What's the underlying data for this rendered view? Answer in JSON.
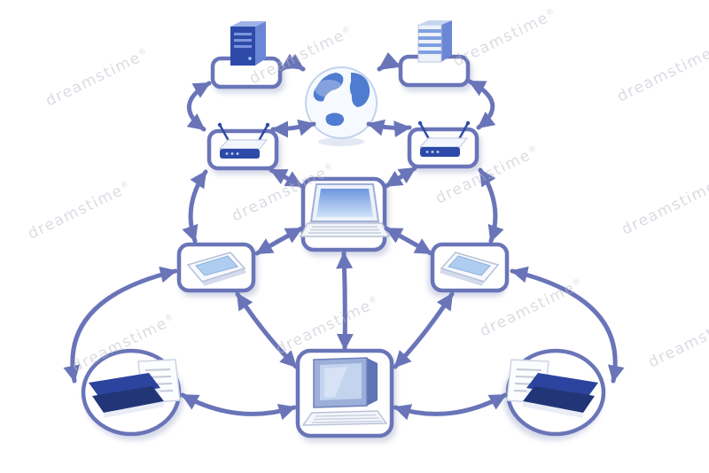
{
  "image": {
    "type": "stock-illustration",
    "description": "3D rendered network diagram: servers, globe, routers, laptop, tablets, desktop PC and document/book archives connected by blue double-headed arrows on white background"
  },
  "watermark": {
    "text": "dreamstime",
    "reg": "®"
  },
  "diagram": {
    "colors": {
      "arrow": "#6a74b8",
      "outline": "#6a74b8",
      "platform_fill": "#ffffff",
      "server_front": "#2e4aa8",
      "server_side": "#6c86d6",
      "server_top": "#9db3e8",
      "stripe_blue": "#7ea0e0",
      "device_light": "#f3f6fc",
      "screen_blue": "#aecdf0",
      "screen_deep": "#7390cc",
      "book_dark": "#223577",
      "book_mid": "#2c449e",
      "page_light": "#e9edf6",
      "globe_land": "#4f7bd0",
      "globe_ocean": "#f6faff",
      "wm": "#b6bac6"
    },
    "nodes": [
      {
        "id": "server-tower-left",
        "icon": "server-icon",
        "frame": "rounded-square"
      },
      {
        "id": "globe",
        "icon": "globe-icon",
        "frame": "none"
      },
      {
        "id": "server-tower-right",
        "icon": "striped-server-icon",
        "frame": "rounded-square"
      },
      {
        "id": "router-left",
        "icon": "router-icon",
        "frame": "rounded-square"
      },
      {
        "id": "router-right",
        "icon": "router-icon",
        "frame": "rounded-square"
      },
      {
        "id": "laptop",
        "icon": "laptop-icon",
        "frame": "rounded-square"
      },
      {
        "id": "tablet-left",
        "icon": "tablet-icon",
        "frame": "rounded-square"
      },
      {
        "id": "tablet-right",
        "icon": "tablet-icon",
        "frame": "rounded-square"
      },
      {
        "id": "desktop-pc",
        "icon": "desktop-icon",
        "frame": "rounded-square"
      },
      {
        "id": "books-left",
        "icon": "books-documents-icon",
        "frame": "circle"
      },
      {
        "id": "books-right",
        "icon": "books-documents-icon",
        "frame": "circle"
      }
    ],
    "connections": [
      [
        "server-tower-left",
        "globe"
      ],
      [
        "globe",
        "server-tower-right"
      ],
      [
        "server-tower-left",
        "router-left"
      ],
      [
        "server-tower-right",
        "router-right"
      ],
      [
        "globe",
        "router-left"
      ],
      [
        "globe",
        "router-right"
      ],
      [
        "router-left",
        "laptop"
      ],
      [
        "router-right",
        "laptop"
      ],
      [
        "router-left",
        "tablet-left"
      ],
      [
        "router-right",
        "tablet-right"
      ],
      [
        "laptop",
        "tablet-left"
      ],
      [
        "laptop",
        "tablet-right"
      ],
      [
        "laptop",
        "desktop-pc"
      ],
      [
        "tablet-left",
        "desktop-pc"
      ],
      [
        "tablet-right",
        "desktop-pc"
      ],
      [
        "tablet-left",
        "books-left"
      ],
      [
        "tablet-right",
        "books-right"
      ],
      [
        "books-left",
        "desktop-pc"
      ],
      [
        "books-right",
        "desktop-pc"
      ]
    ],
    "arrow_style": "double-headed curved"
  }
}
